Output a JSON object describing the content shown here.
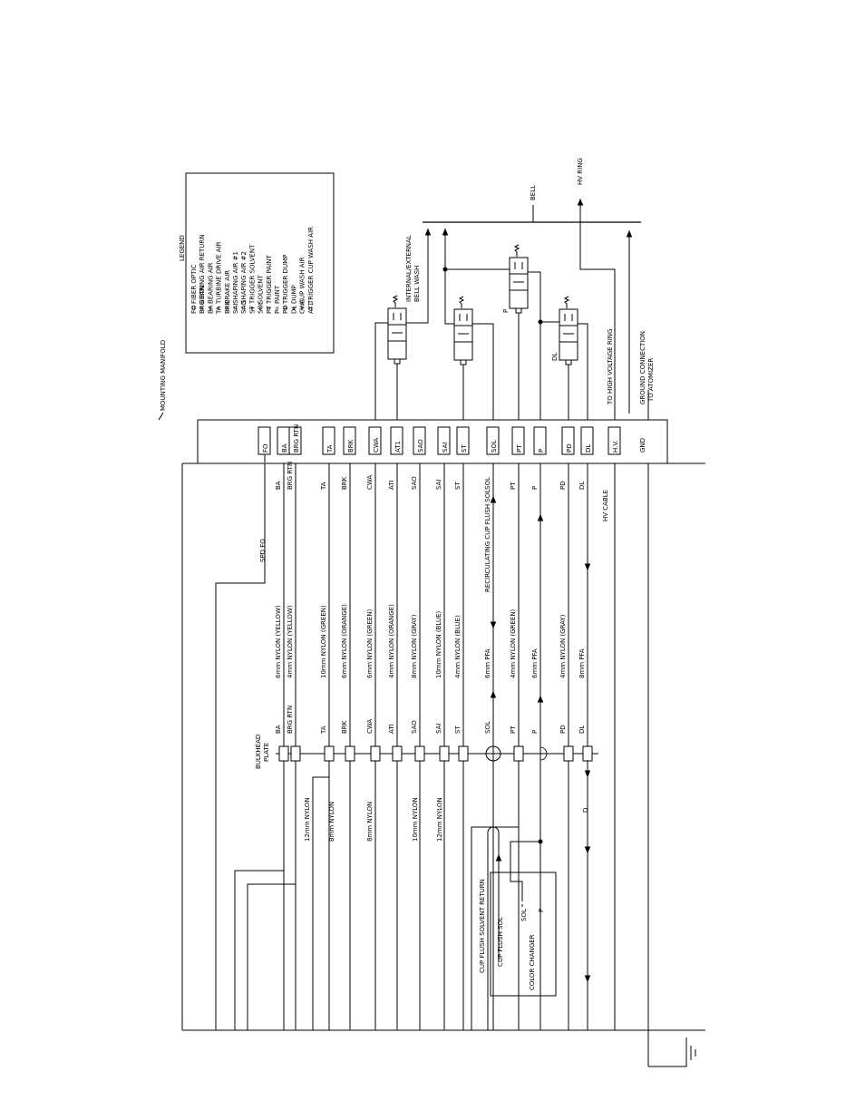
{
  "labels": {
    "mounting_manifold": "MOUNTING MANIFOLD",
    "legend_title": "LEGEND",
    "bulkhead_plate_1": "BULKHEAD",
    "bulkhead_plate_2": "PLATE",
    "bell": "BELL",
    "hv_ring": "HV RING",
    "internal_external_1": "INTERNAL/EXTERNAL",
    "internal_external_2": "BELL WASH",
    "to_high_voltage_ring": "TO HIGH VOLTAGE RING",
    "ground_connection_1": "GROUND CONNECTION",
    "ground_connection_2": "TO ATOMIZER",
    "spd_fo": "SPD FO",
    "hv_cable": "HV CABLE",
    "recirculating": "RECIRCULATING CUP FLUSH SOL",
    "cup_flush_return": "CUP FLUSH SOLVENT RETURN",
    "cup_flush_sol": "CUP FLUSH SOL",
    "sol_dash": "SOL",
    "p_small": "P",
    "color_changer": "COLOR CHANGER",
    "d_label": "D",
    "valve_p": "P",
    "valve_dl": "DL"
  },
  "legend": [
    {
      "abbr": "FO",
      "desc": "FIBER OPTIC"
    },
    {
      "abbr": "BRG RTN",
      "desc": "BEARING AIR RETURN"
    },
    {
      "abbr": "BA",
      "desc": "BEARING AIR"
    },
    {
      "abbr": "TA",
      "desc": "TURBINE DRIVE AIR"
    },
    {
      "abbr": "BRK",
      "desc": "BRAKE AIR"
    },
    {
      "abbr": "SAI",
      "desc": "SHAPING AIR #1"
    },
    {
      "abbr": "SAO",
      "desc": "SHAPING AIR #2"
    },
    {
      "abbr": "ST",
      "desc": "TRIGGER SOLVENT"
    },
    {
      "abbr": "SOL",
      "desc": "SOLVENT"
    },
    {
      "abbr": "PT",
      "desc": "TRIGGER PAINT"
    },
    {
      "abbr": "P",
      "desc": "PAINT"
    },
    {
      "abbr": "PD",
      "desc": "TRIGGER DUMP"
    },
    {
      "abbr": "DL",
      "desc": "DUMP"
    },
    {
      "abbr": "CWA",
      "desc": "CUP WASH AIR"
    },
    {
      "abbr": "AT1",
      "desc": "TRIGGER CUP WASH AIR"
    }
  ],
  "ports": [
    "FO",
    "BA",
    "BRG RTN",
    "TA",
    "BRK",
    "CWA",
    "AT1",
    "SAO",
    "SAI",
    "ST",
    "SOL",
    "PT",
    "P",
    "PD",
    "DL",
    "H.V.",
    "GND"
  ],
  "port_lines": [
    "BA",
    "BRG RTN",
    "TA",
    "BRK",
    "CWA",
    "ATI",
    "SAO",
    "SAI",
    "ST",
    "SOL",
    "PT",
    "P",
    "PD",
    "DL"
  ],
  "tube_specs": [
    "6mm NYLON (YELLOW)",
    "4mm NYLON (YELLOW)",
    "10mm NYLON (GREEN)",
    "6mm NYLON (ORANGE)",
    "6mm NYLON (GREEN)",
    "4mm NYLON (ORANGE)",
    "8mm NYLON (GRAY)",
    "10mm NYLON (BLUE)",
    "4mm NYLON (BLUE)",
    "6mm PFA",
    "4mm NYLON (GREEN)",
    "6mm  PFA",
    "4mm NYLON (GRAY)",
    "8mm  PFA"
  ],
  "bulkhead_lines": [
    "BA",
    "BRG RTN",
    "TA",
    "BRK",
    "CWA",
    "ATI",
    "SAO",
    "SAI",
    "ST",
    "SOL",
    "PT",
    "P",
    "PD",
    "DL"
  ],
  "lower_specs": [
    "12mm NYLON",
    "8mm NYLON",
    "8mm NYLON",
    "10mm NYLON",
    "12mm NYLON"
  ]
}
